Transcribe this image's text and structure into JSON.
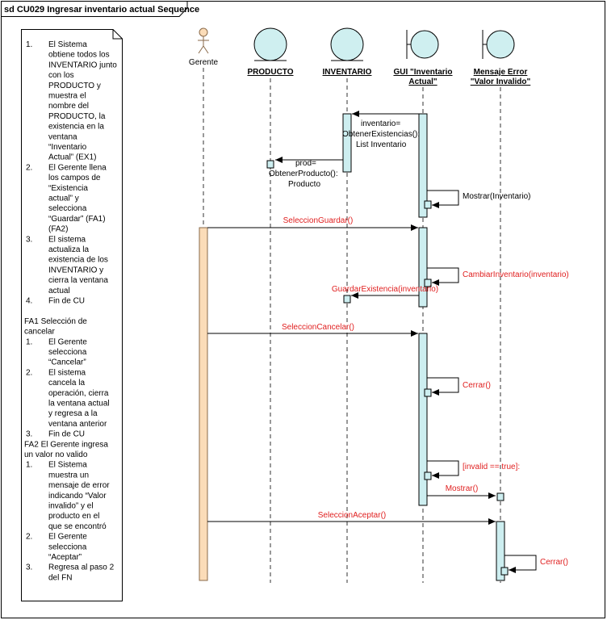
{
  "frame_title": "sd CU029 Ingresar inventario actual Sequence",
  "note_lines": [
    {
      "n": "1.",
      "t": "El Sistema"
    },
    {
      "n": "",
      "t": "obtiene todos los"
    },
    {
      "n": "",
      "t": "INVENTARIO junto"
    },
    {
      "n": "",
      "t": "con los"
    },
    {
      "n": "",
      "t": "PRODUCTO y"
    },
    {
      "n": "",
      "t": "muestra el"
    },
    {
      "n": "",
      "t": "nombre del"
    },
    {
      "n": "",
      "t": "PRODUCTO, la"
    },
    {
      "n": "",
      "t": "existencia en la"
    },
    {
      "n": "",
      "t": "ventana"
    },
    {
      "n": "",
      "t": "“Inventario"
    },
    {
      "n": "",
      "t": "Actual” (EX1)"
    },
    {
      "n": "2.",
      "t": "El Gerente llena"
    },
    {
      "n": "",
      "t": "los campos de"
    },
    {
      "n": "",
      "t": "“Existencia"
    },
    {
      "n": "",
      "t": "actual” y"
    },
    {
      "n": "",
      "t": "selecciona"
    },
    {
      "n": "",
      "t": "“Guardar” (FA1)"
    },
    {
      "n": "",
      "t": "(FA2)"
    },
    {
      "n": "3.",
      "t": "El sistema"
    },
    {
      "n": "",
      "t": "actualiza la"
    },
    {
      "n": "",
      "t": "existencia de los"
    },
    {
      "n": "",
      "t": "INVENTARIO y"
    },
    {
      "n": "",
      "t": "cierra la ventana"
    },
    {
      "n": "",
      "t": "actual"
    },
    {
      "n": "4.",
      "t": "Fin de CU"
    },
    {
      "n": "",
      "t": ""
    },
    {
      "n": "FA1 Selección de",
      "t": ""
    },
    {
      "n": "cancelar",
      "t": ""
    },
    {
      "n": "1.",
      "t": "El Gerente"
    },
    {
      "n": "",
      "t": "selecciona"
    },
    {
      "n": "",
      "t": "“Cancelar”"
    },
    {
      "n": "2.",
      "t": "El sistema"
    },
    {
      "n": "",
      "t": "cancela la"
    },
    {
      "n": "",
      "t": "operación, cierra"
    },
    {
      "n": "",
      "t": "la ventana actual"
    },
    {
      "n": "",
      "t": "y regresa a la"
    },
    {
      "n": "",
      "t": "ventana anterior"
    },
    {
      "n": "3.",
      "t": "Fin de CU"
    },
    {
      "n": "FA2 El Gerente ingresa",
      "t": ""
    },
    {
      "n": "un valor no valido",
      "t": ""
    },
    {
      "n": "1.",
      "t": "El Sistema"
    },
    {
      "n": "",
      "t": "muestra un"
    },
    {
      "n": "",
      "t": "mensaje de error"
    },
    {
      "n": "",
      "t": "indicando “Valor"
    },
    {
      "n": "",
      "t": "invalido” y el"
    },
    {
      "n": "",
      "t": "producto en el"
    },
    {
      "n": "",
      "t": "que se encontró"
    },
    {
      "n": "2.",
      "t": "El Gerente"
    },
    {
      "n": "",
      "t": "selecciona"
    },
    {
      "n": "",
      "t": "“Aceptar”"
    },
    {
      "n": "3.",
      "t": "Regresa al paso 2"
    },
    {
      "n": "",
      "t": "del FN"
    }
  ],
  "lifelines": [
    {
      "id": "gerente",
      "type": "actor",
      "label": [
        "Gerente"
      ]
    },
    {
      "id": "producto",
      "type": "entity",
      "label": [
        "PRODUCTO"
      ]
    },
    {
      "id": "inventario",
      "type": "entity",
      "label": [
        "INVENTARIO"
      ]
    },
    {
      "id": "gui",
      "type": "boundary",
      "label": [
        "GUI \"Inventario",
        "Actual\""
      ]
    },
    {
      "id": "error",
      "type": "boundary",
      "label": [
        "Mensaje Error",
        "\"Valor Invalido\""
      ]
    }
  ],
  "messages": [
    {
      "id": "m1",
      "from": "gui",
      "to": "inventario",
      "kind": "call",
      "color": "black",
      "label": [
        "inventario=",
        "ObtenerExistencias():",
        "List Inventario"
      ]
    },
    {
      "id": "m2",
      "from": "inventario",
      "to": "producto",
      "kind": "call",
      "color": "black",
      "label": [
        "prod=",
        "ObtenerProducto():",
        "Producto"
      ]
    },
    {
      "id": "m3",
      "from": "gui",
      "to": "gui",
      "kind": "self",
      "color": "black",
      "label": [
        "Mostrar(Inventario)"
      ]
    },
    {
      "id": "m4",
      "from": "gerente",
      "to": "gui",
      "kind": "call",
      "color": "red",
      "label": [
        "SeleccionGuardar()"
      ]
    },
    {
      "id": "m5",
      "from": "gui",
      "to": "gui",
      "kind": "self",
      "color": "red",
      "label": [
        "CambiarInventario(inventario)"
      ]
    },
    {
      "id": "m6",
      "from": "gui",
      "to": "inventario",
      "kind": "call",
      "color": "red",
      "label": [
        "GuardarExistencia(inventario)"
      ]
    },
    {
      "id": "m7",
      "from": "gerente",
      "to": "gui",
      "kind": "call",
      "color": "red",
      "label": [
        "SeleccionCancelar()"
      ]
    },
    {
      "id": "m8",
      "from": "gui",
      "to": "gui",
      "kind": "self",
      "color": "red",
      "label": [
        "Cerrar()"
      ]
    },
    {
      "id": "m9",
      "from": "gui",
      "to": "gui",
      "kind": "self",
      "color": "red",
      "label": [
        "[invalid == true]:"
      ]
    },
    {
      "id": "m10",
      "from": "gui",
      "to": "error",
      "kind": "call",
      "color": "red",
      "label": [
        "Mostrar()"
      ]
    },
    {
      "id": "m11",
      "from": "gerente",
      "to": "error",
      "kind": "call",
      "color": "red",
      "label": [
        "SeleccionAceptar()"
      ]
    },
    {
      "id": "m12",
      "from": "error",
      "to": "error",
      "kind": "self",
      "color": "red",
      "label": [
        "Cerrar()"
      ]
    }
  ],
  "colors": {
    "frame": "#000000",
    "note_fill": "#ffffff",
    "entity_fill": "#cfeff0",
    "activation_fill": "#cdeef0",
    "actor_activation_fill": "#fbdcb8",
    "actor_stroke": "#8a6a4a",
    "message_red": "#e02020",
    "message_black": "#000000",
    "lifeline": "#333333"
  }
}
